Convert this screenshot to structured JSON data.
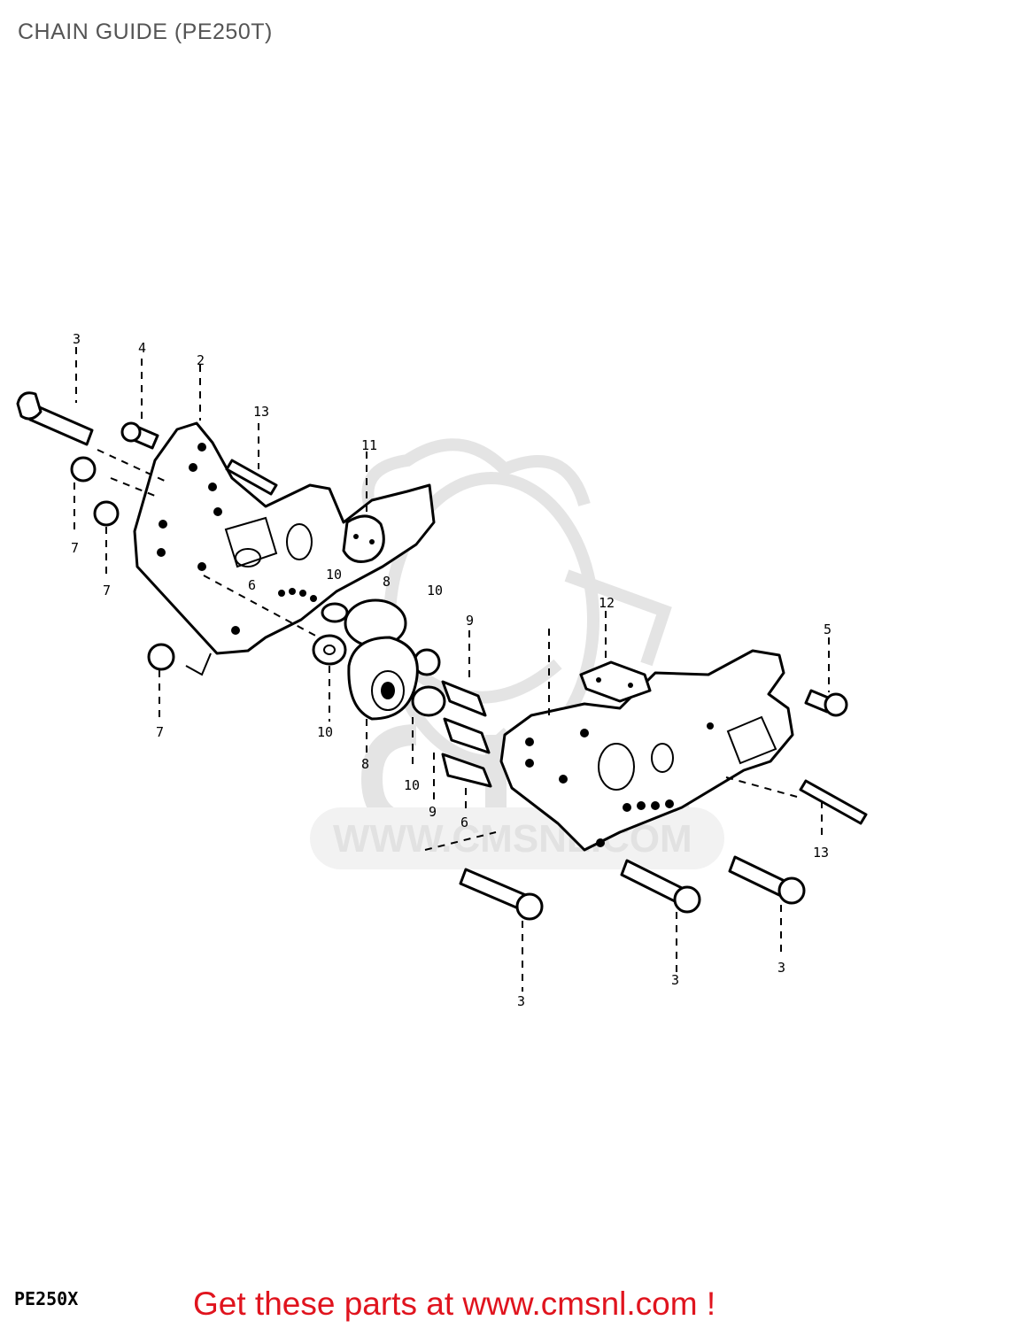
{
  "title": "CHAIN GUIDE (PE250T)",
  "model_code": "PE250X",
  "cta_text": "Get these parts at www.cmsnl.com !",
  "watermark": {
    "text": "WWW.CMSNL.COM",
    "logo": "CMS"
  },
  "callouts": {
    "c3a": "3",
    "c4": "4",
    "c2": "2",
    "c13": "13",
    "c11": "11",
    "c7a": "7",
    "c7b": "7",
    "c7c": "7",
    "c6a": "6",
    "c10a": "10",
    "c8a": "8",
    "c10b": "10",
    "c9a": "9",
    "c12": "12",
    "c5": "5",
    "c10c": "10",
    "c8b": "8",
    "c10d": "10",
    "c9b": "9",
    "c6b": "6",
    "c13b": "13",
    "c3b": "3",
    "c3c": "3",
    "c3d": "3"
  },
  "colors": {
    "cta": "#e0141e",
    "title": "#555555",
    "watermark": "#e2e2e2"
  }
}
